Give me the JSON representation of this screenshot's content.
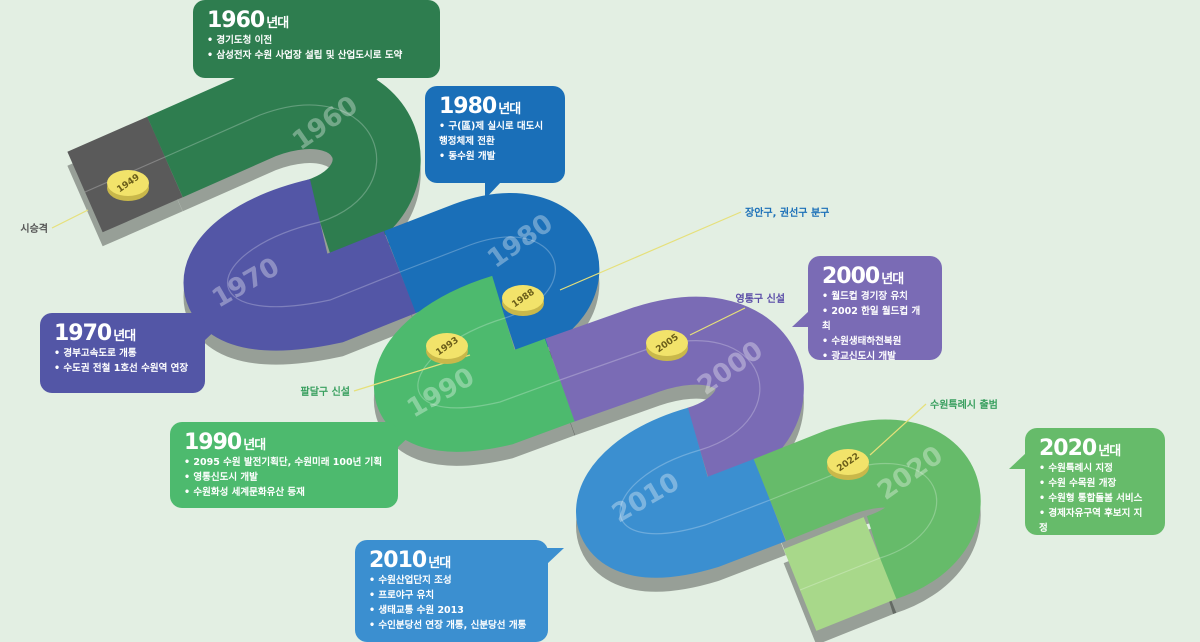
{
  "colors": {
    "bg": "#e3efe3",
    "c1960": "#2e7d4f",
    "c1970": "#5356a6",
    "c1980": "#1a6fb8",
    "c1990": "#4dba6e",
    "c2000": "#7a6bb5",
    "c2010": "#3b8fd0",
    "c2020": "#66bb6a",
    "coin": "#f2e36a"
  },
  "road_years": [
    "1960",
    "1970",
    "1980",
    "1990",
    "2000",
    "2010",
    "2020"
  ],
  "milestones": [
    {
      "year": "1949",
      "label": "시승격"
    },
    {
      "year": "1988",
      "label": "장안구, 권선구 분구"
    },
    {
      "year": "1993",
      "label": "팔달구 신설"
    },
    {
      "year": "2005",
      "label": "영통구 신설"
    },
    {
      "year": "2022",
      "label": "수원특례시 출범"
    }
  ],
  "decades": [
    {
      "year": "1960",
      "suffix": "년대",
      "items": [
        "경기도청 이전",
        "삼성전자 수원 사업장 설립 및 산업도시로 도약"
      ]
    },
    {
      "year": "1970",
      "suffix": "년대",
      "items": [
        "경부고속도로 개통",
        "수도권 전철 1호선 수원역 연장"
      ]
    },
    {
      "year": "1980",
      "suffix": "년대",
      "items": [
        "구(區)제 실시로 대도시 행정체제 전환",
        "동수원 개발"
      ]
    },
    {
      "year": "1990",
      "suffix": "년대",
      "items": [
        "2095 수원 발전기획단, 수원미래 100년 기획",
        "영통신도시 개발",
        "수원화성 세계문화유산 등재"
      ]
    },
    {
      "year": "2000",
      "suffix": "년대",
      "items": [
        "월드컵 경기장 유치",
        "2002 한일 월드컵 개최",
        "수원생태하천복원",
        "광교신도시 개발"
      ]
    },
    {
      "year": "2010",
      "suffix": "년대",
      "items": [
        "수원산업단지 조성",
        "프로야구 유치",
        "생태교통 수원 2013",
        "수인분당선 연장 개통, 신분당선 개통"
      ]
    },
    {
      "year": "2020",
      "suffix": "년대",
      "items": [
        "수원특례시 지정",
        "수원 수목원 개장",
        "수원형 통합돌봄 서비스",
        "경제자유구역 후보지 지정"
      ]
    }
  ]
}
